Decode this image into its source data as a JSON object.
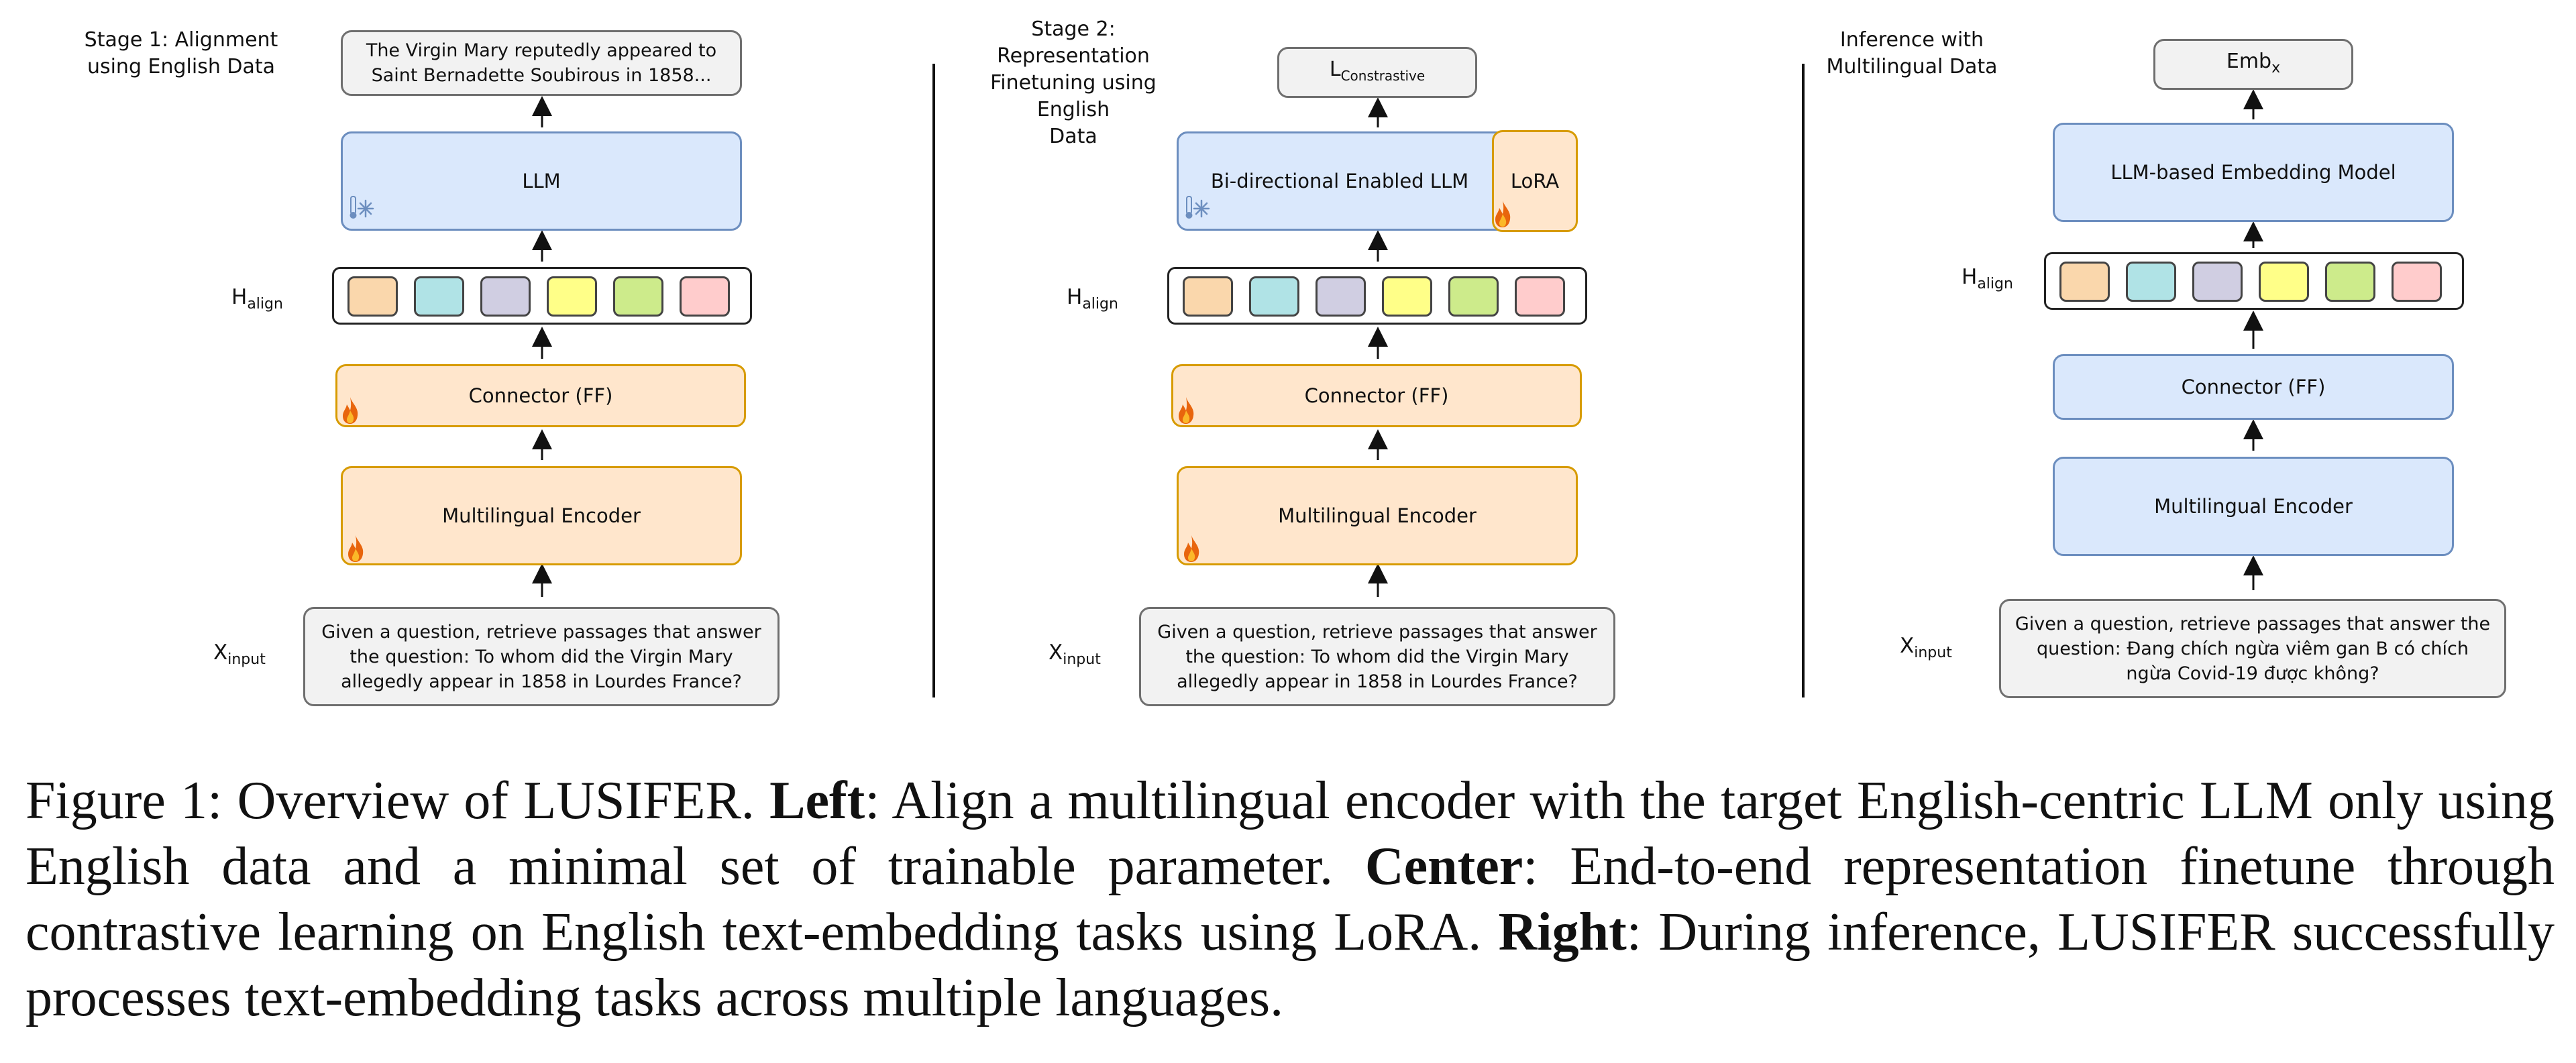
{
  "panels": {
    "left": {
      "stage_label": "Stage 1:  Alignment\nusing English Data",
      "output_text": "The Virgin Mary reputedly appeared to Saint Bernadette Soubirous in 1858...",
      "model_label": "LLM",
      "h_label_main": "H",
      "h_label_sub": "align",
      "connector_label": "Connector (FF)",
      "encoder_label": "Multilingual Encoder",
      "x_label_main": "X",
      "x_label_sub": "input",
      "input_text": "Given a question, retrieve passages that answer the question: To whom did the Virgin Mary allegedly appear in 1858 in Lourdes France?"
    },
    "center": {
      "stage_label": "Stage 2: Representation\nFinetuning using English\nData",
      "output_main": "L",
      "output_sub": "Constrastive",
      "model_label": "Bi-directional Enabled LLM",
      "lora_label": "LoRA",
      "h_label_main": "H",
      "h_label_sub": "align",
      "connector_label": "Connector (FF)",
      "encoder_label": "Multilingual Encoder",
      "x_label_main": "X",
      "x_label_sub": "input",
      "input_text": "Given a question, retrieve passages that answer the question: To whom did the Virgin Mary allegedly appear in 1858 in Lourdes France?"
    },
    "right": {
      "stage_label": "Inference with\nMultilingual Data",
      "output_main": "Emb",
      "output_sub": "x",
      "model_label": "LLM-based Embedding Model",
      "h_label_main": "H",
      "h_label_sub": "align",
      "connector_label": "Connector (FF)",
      "encoder_label": "Multilingual Encoder",
      "x_label_main": "X",
      "x_label_sub": "input",
      "input_text": "Given a question, retrieve passages that answer the question: Đang chích ngừa viêm gan B có chích ngừa Covid-19 được không?"
    }
  },
  "token_colors": [
    "#fad7ac",
    "#b0e3e6",
    "#d0cee2",
    "#ffff88",
    "#cdeb8b",
    "#ffcccc"
  ],
  "colors": {
    "trainable_fill": "#ffe6cc",
    "trainable_border": "#d79b00",
    "frozen_fill": "#dae8fc",
    "frozen_border": "#6c8ebf",
    "text_box_fill": "#f2f2f2"
  },
  "icons": {
    "trainable": "flame-icon",
    "frozen": "snowflake-thermometer-icon"
  },
  "caption": {
    "prefix": "Figure 1: Overview of LUSIFER. ",
    "left_bold": "Left",
    "left_text": ": Align a multilingual encoder with the target English-centric LLM only using English data and a minimal set of trainable parameter. ",
    "center_bold": "Center",
    "center_text": ": End-to-end representation finetune through contrastive learning on English text-embedding tasks using LoRA. ",
    "right_bold": "Right",
    "right_text": ": During inference, LUSIFER successfully processes text-embedding tasks across multiple languages."
  }
}
